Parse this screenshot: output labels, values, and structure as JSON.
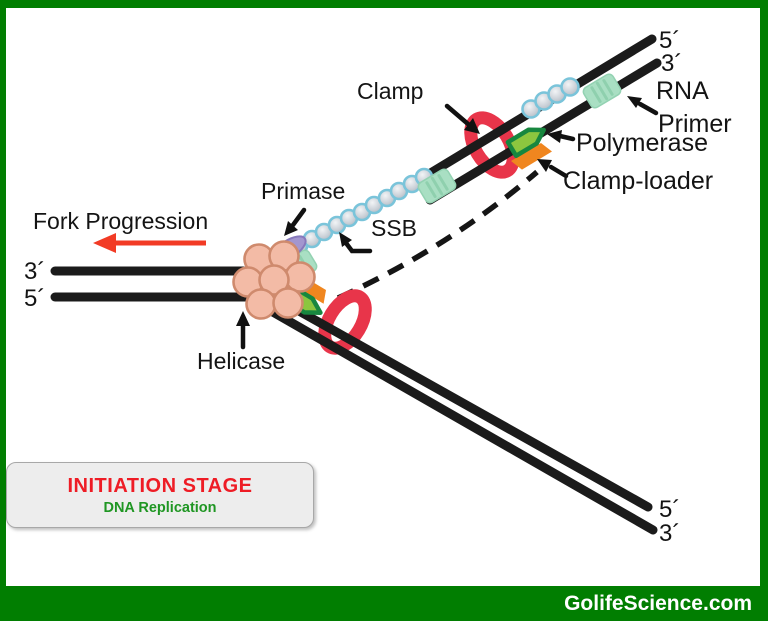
{
  "frame": {
    "border_color": "#017E01",
    "footer_text": "GolifeScience.com"
  },
  "info_box": {
    "title": "INITIATION STAGE",
    "subtitle": "DNA Replication",
    "title_color": "#EE1C25",
    "subtitle_color": "#1F9623"
  },
  "diagram": {
    "labels": {
      "fork_progression": "Fork Progression",
      "clamp": "Clamp",
      "primase": "Primase",
      "ssb": "SSB",
      "rna_line1": "RNA",
      "rna_line2": "Primer",
      "polymerase": "Polymerase",
      "clamp_loader": "Clamp-loader",
      "helicase": "Helicase",
      "left_top_end": "3´",
      "left_bottom_end": "5´",
      "top_right_first": "5´",
      "top_right_second": "3´",
      "bottom_right_first": "5´",
      "bottom_right_second": "3´"
    },
    "colors": {
      "strand": "#1b1b1b",
      "clamp_ring": "#E8354A",
      "helicase_fill": "#F3BBA6",
      "helicase_outline": "#CF8A6D",
      "primase_fill": "#A396CF",
      "ssb_bead_fill": "#D2D7DD",
      "ssb_bead_outline": "#7AC4DA",
      "rna_primer_fill": "#A9DFC3",
      "polymerase_outline": "#17873F",
      "polymerase_fill": "#8CC63F",
      "clamp_loader_fill": "#F0861F",
      "fork_arrow": "#F23B25"
    }
  }
}
